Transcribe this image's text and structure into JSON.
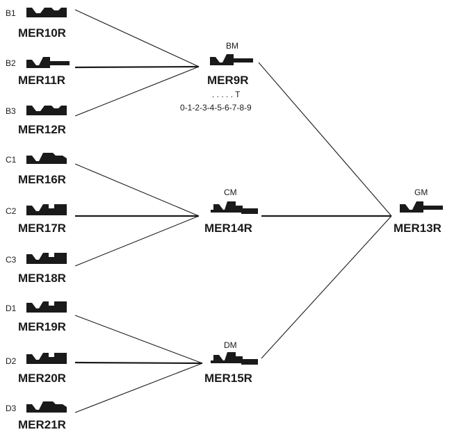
{
  "diagram": {
    "leaves": [
      {
        "id": "b1",
        "tag": "B1",
        "code": "MER10R",
        "shape": "notch-profile-icon"
      },
      {
        "id": "b2",
        "tag": "B2",
        "code": "MER11R",
        "shape": "step-profile-icon"
      },
      {
        "id": "b3",
        "tag": "B3",
        "code": "MER12R",
        "shape": "notch-profile-icon"
      },
      {
        "id": "c1",
        "tag": "C1",
        "code": "MER16R",
        "shape": "hump-profile-icon"
      },
      {
        "id": "c2",
        "tag": "C2",
        "code": "MER17R",
        "shape": "h-profile-icon"
      },
      {
        "id": "c3",
        "tag": "C3",
        "code": "MER18R",
        "shape": "h-profile-icon"
      },
      {
        "id": "d1",
        "tag": "D1",
        "code": "MER19R",
        "shape": "h-profile-icon"
      },
      {
        "id": "d2",
        "tag": "D2",
        "code": "MER20R",
        "shape": "h-profile-icon"
      },
      {
        "id": "d3",
        "tag": "D3",
        "code": "MER21R",
        "shape": "hump-profile-icon"
      }
    ],
    "masters": [
      {
        "id": "bm",
        "tag": "BM",
        "code": "MER9R",
        "shape": "step-profile-icon",
        "note_top": ". . . . . T",
        "note_bottom": "0-1-2-3-4-5-6-7-8-9"
      },
      {
        "id": "cm",
        "tag": "CM",
        "code": "MER14R",
        "shape": "wave-profile-icon"
      },
      {
        "id": "dm",
        "tag": "DM",
        "code": "MER15R",
        "shape": "wave-profile-icon"
      }
    ],
    "grand_master": {
      "id": "gm",
      "tag": "GM",
      "code": "MER13R",
      "shape": "step-profile-icon"
    },
    "edges": [
      [
        "b1",
        "bm"
      ],
      [
        "b2",
        "bm"
      ],
      [
        "b3",
        "bm"
      ],
      [
        "c1",
        "cm"
      ],
      [
        "c2",
        "cm"
      ],
      [
        "c3",
        "cm"
      ],
      [
        "d1",
        "dm"
      ],
      [
        "d2",
        "dm"
      ],
      [
        "d3",
        "dm"
      ],
      [
        "bm",
        "gm"
      ],
      [
        "cm",
        "gm"
      ],
      [
        "dm",
        "gm"
      ]
    ],
    "colors": {
      "ink": "#1a1a1a",
      "background": "#ffffff"
    }
  }
}
